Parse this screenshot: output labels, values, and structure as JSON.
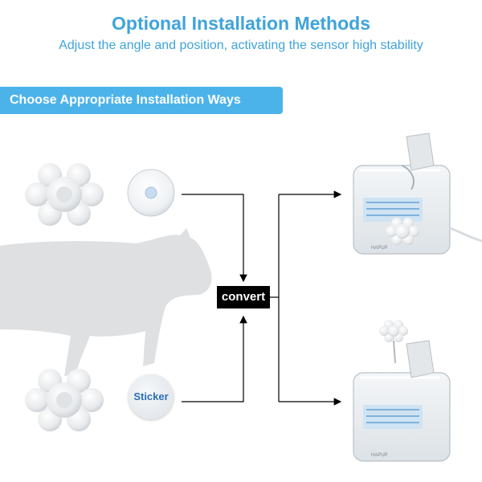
{
  "header": {
    "title": "Optional Installation Methods",
    "subtitle": "Adjust the angle and position, activating the sensor high stability"
  },
  "banner": {
    "label": "Choose Appropriate Installation Ways"
  },
  "diagram": {
    "convert_label": "convert",
    "sticker_label": "Sticker",
    "brand_label": "HAPUP",
    "line_color": "#000000",
    "accent_color": "#4cb3ea"
  }
}
